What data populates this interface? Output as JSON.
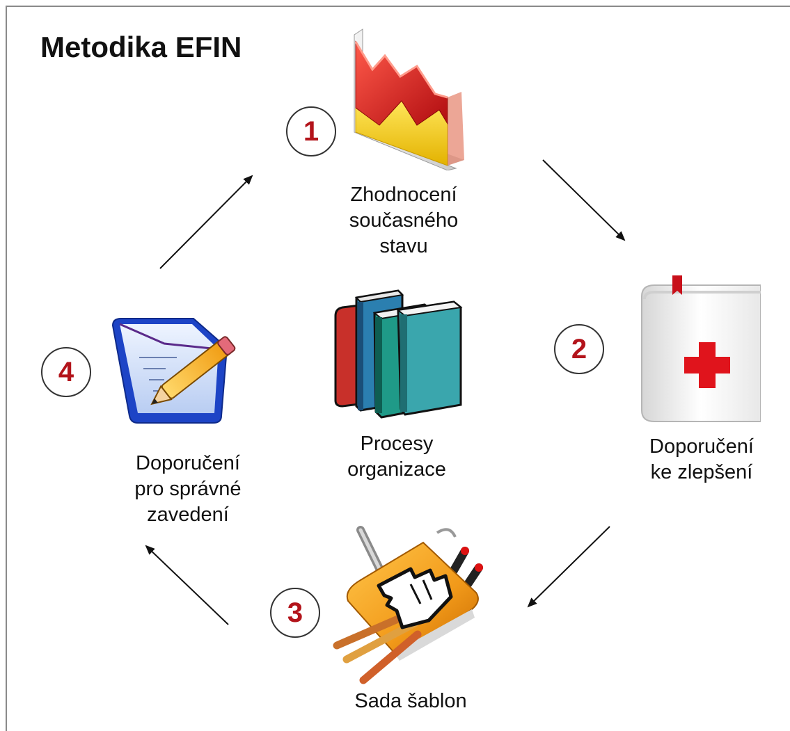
{
  "title": "Metodika EFIN",
  "steps": [
    {
      "number": "1",
      "icon": "chart-icon",
      "label_lines": [
        "Zhodnocení",
        "současného",
        "stavu"
      ]
    },
    {
      "number": "2",
      "icon": "first-aid-book-icon",
      "label_lines": [
        "Doporučení",
        "ke zlepšení"
      ]
    },
    {
      "number": "3",
      "icon": "cursor-tools-icon",
      "label_lines": [
        "Sada šablon"
      ]
    },
    {
      "number": "4",
      "icon": "notepad-pencil-icon",
      "label_lines": [
        "Doporučení",
        "pro správné",
        "zavedení"
      ]
    }
  ],
  "center": {
    "icon": "books-icon",
    "label_lines": [
      "Procesy",
      "organizace"
    ]
  },
  "colors": {
    "number": "#b3141b",
    "arrow": "#111111"
  }
}
